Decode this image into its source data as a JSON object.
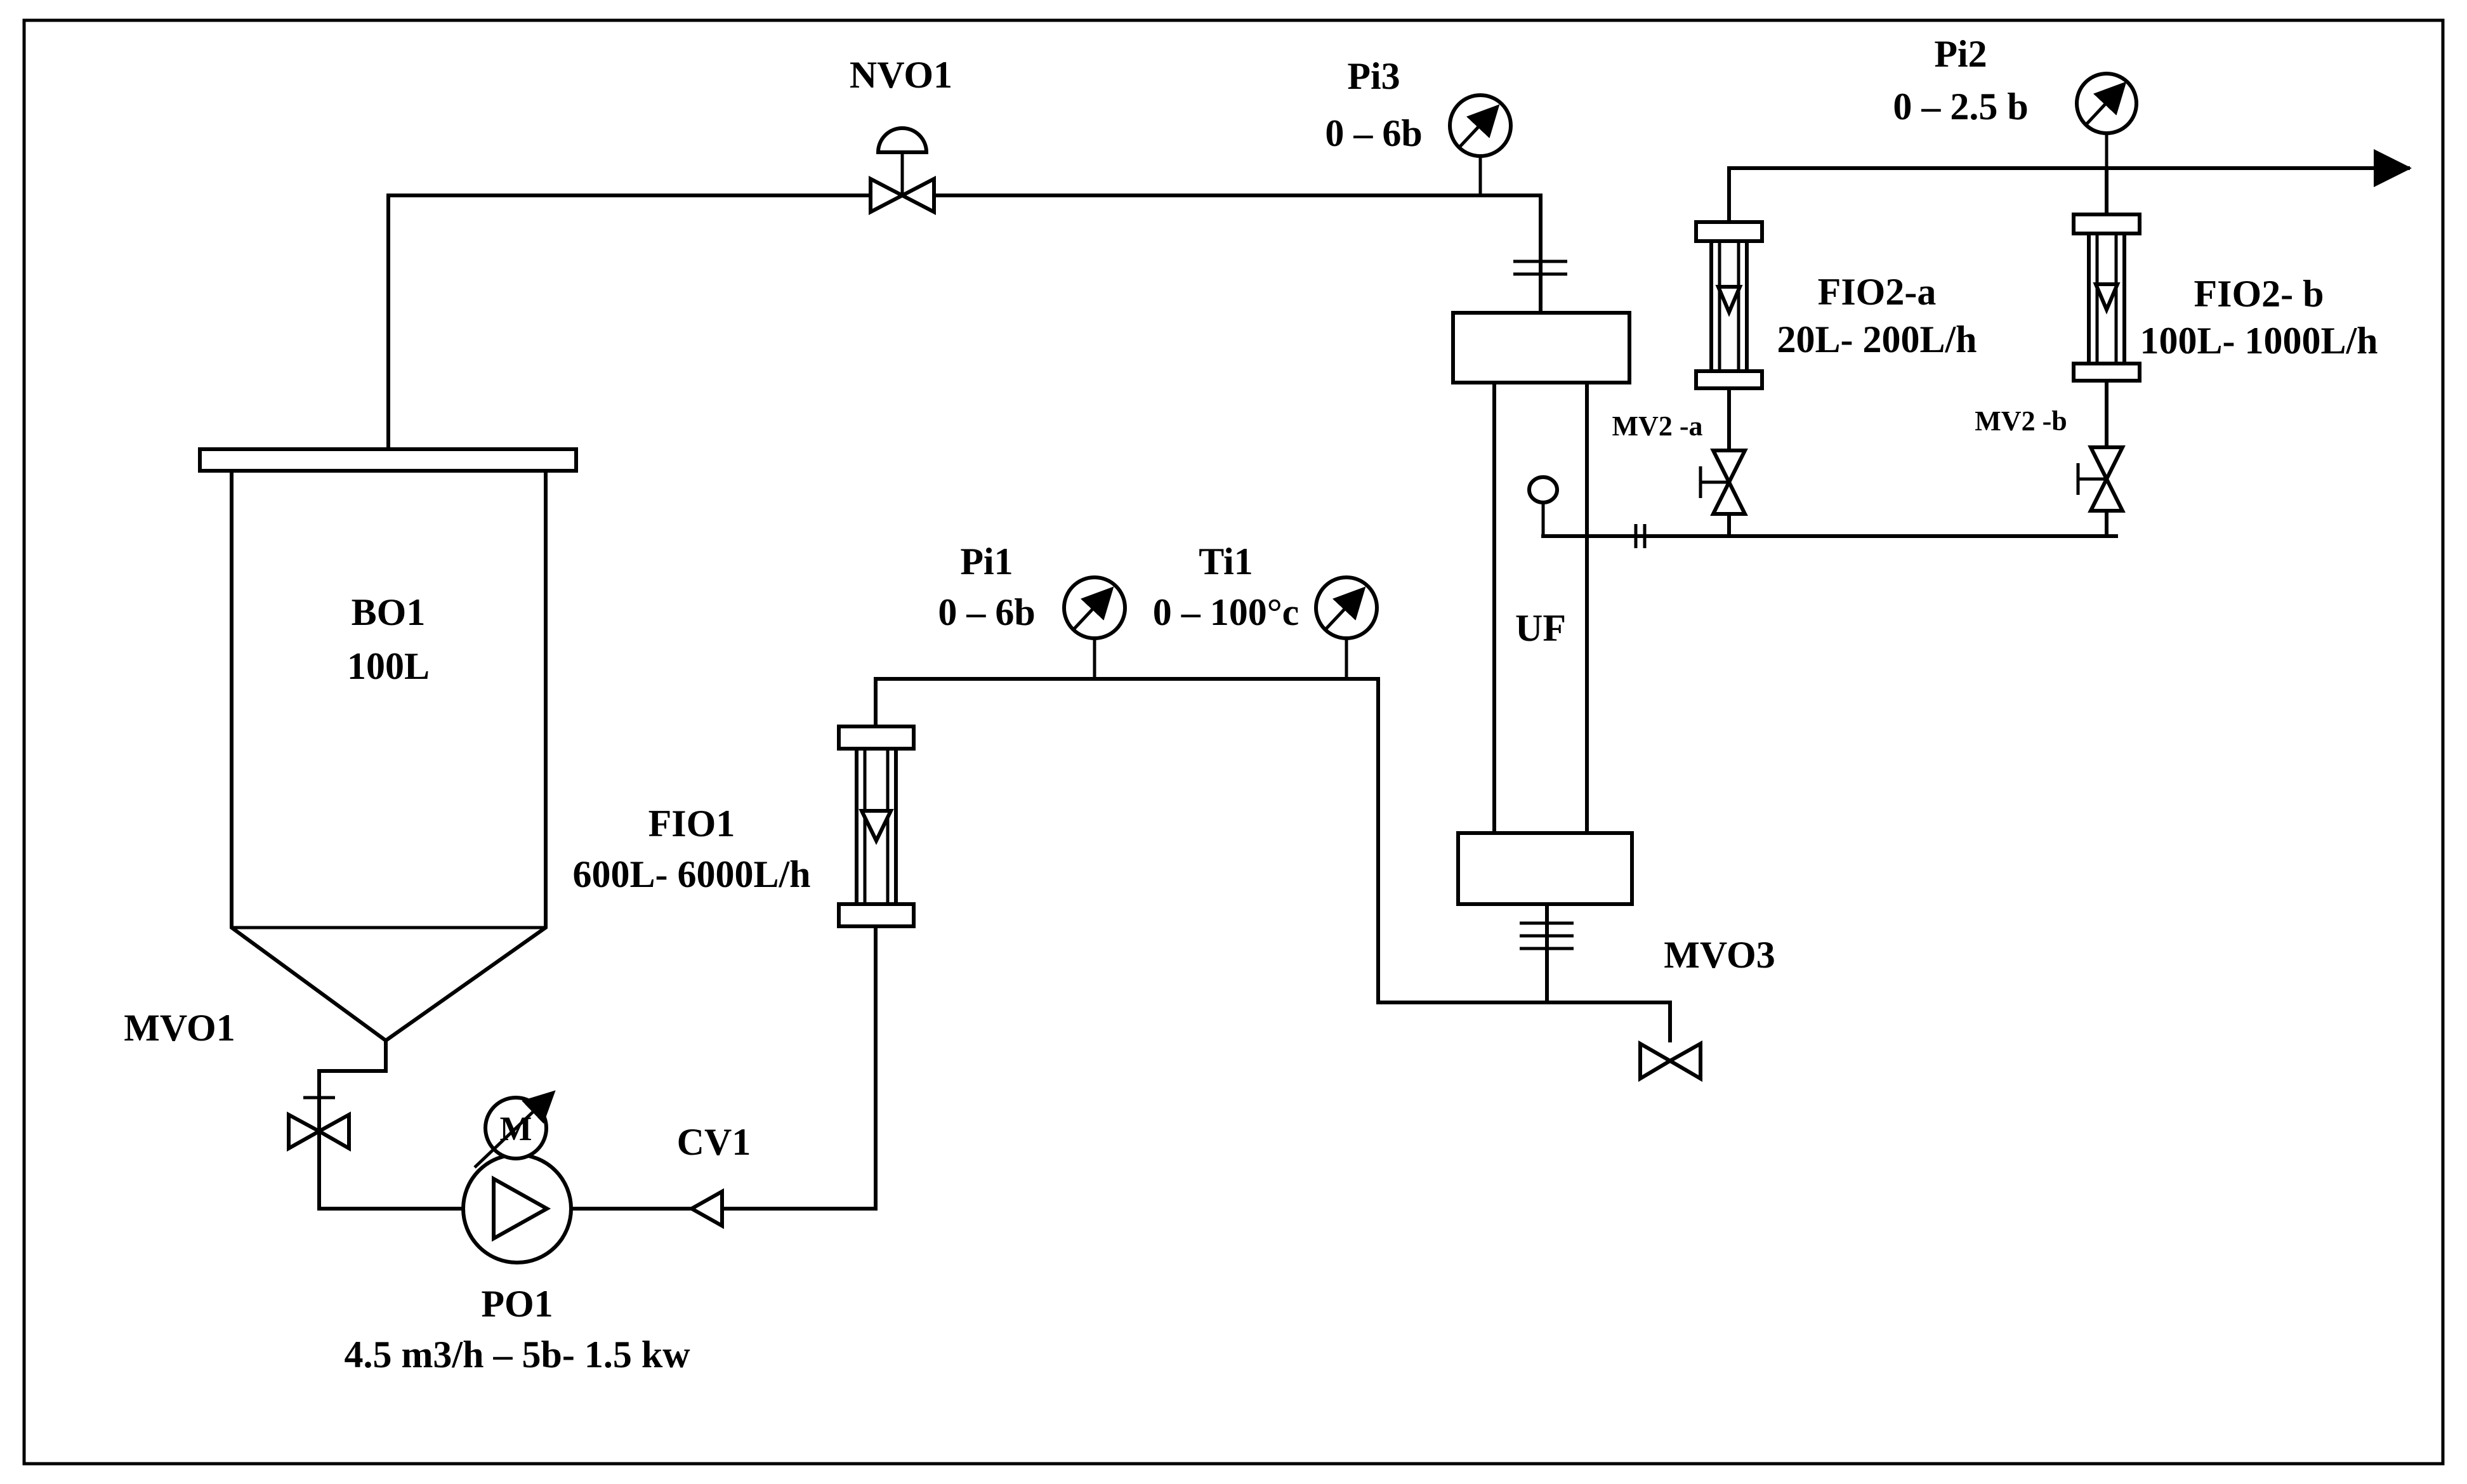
{
  "labels": {
    "nvo1": "NVO1",
    "pi3_name": "Pi3",
    "pi3_range": "0 – 6b",
    "pi2_name": "Pi2",
    "pi2_range": "0 – 2.5 b",
    "fio2a_name": "FIO2-a",
    "fio2a_range": "20L- 200L/h",
    "fio2b_name": "FIO2- b",
    "fio2b_range": "100L- 1000L/h",
    "mv2a": "MV2 -a",
    "mv2b": "MV2 -b",
    "bo1_name": "BO1",
    "bo1_volume": "100L",
    "pi1_name": "Pi1",
    "pi1_range": "0 – 6b",
    "ti1_name": "Ti1",
    "ti1_range": "0 – 100°c",
    "uf": "UF",
    "fio1_name": "FIO1",
    "fio1_range": "600L- 6000L/h",
    "mvo3": "MVO3",
    "mvo1": "MVO1",
    "cv1": "CV1",
    "po1_name": "PO1",
    "po1_spec": "4.5 m3/h – 5b- 1.5 kw",
    "motor": "M"
  }
}
